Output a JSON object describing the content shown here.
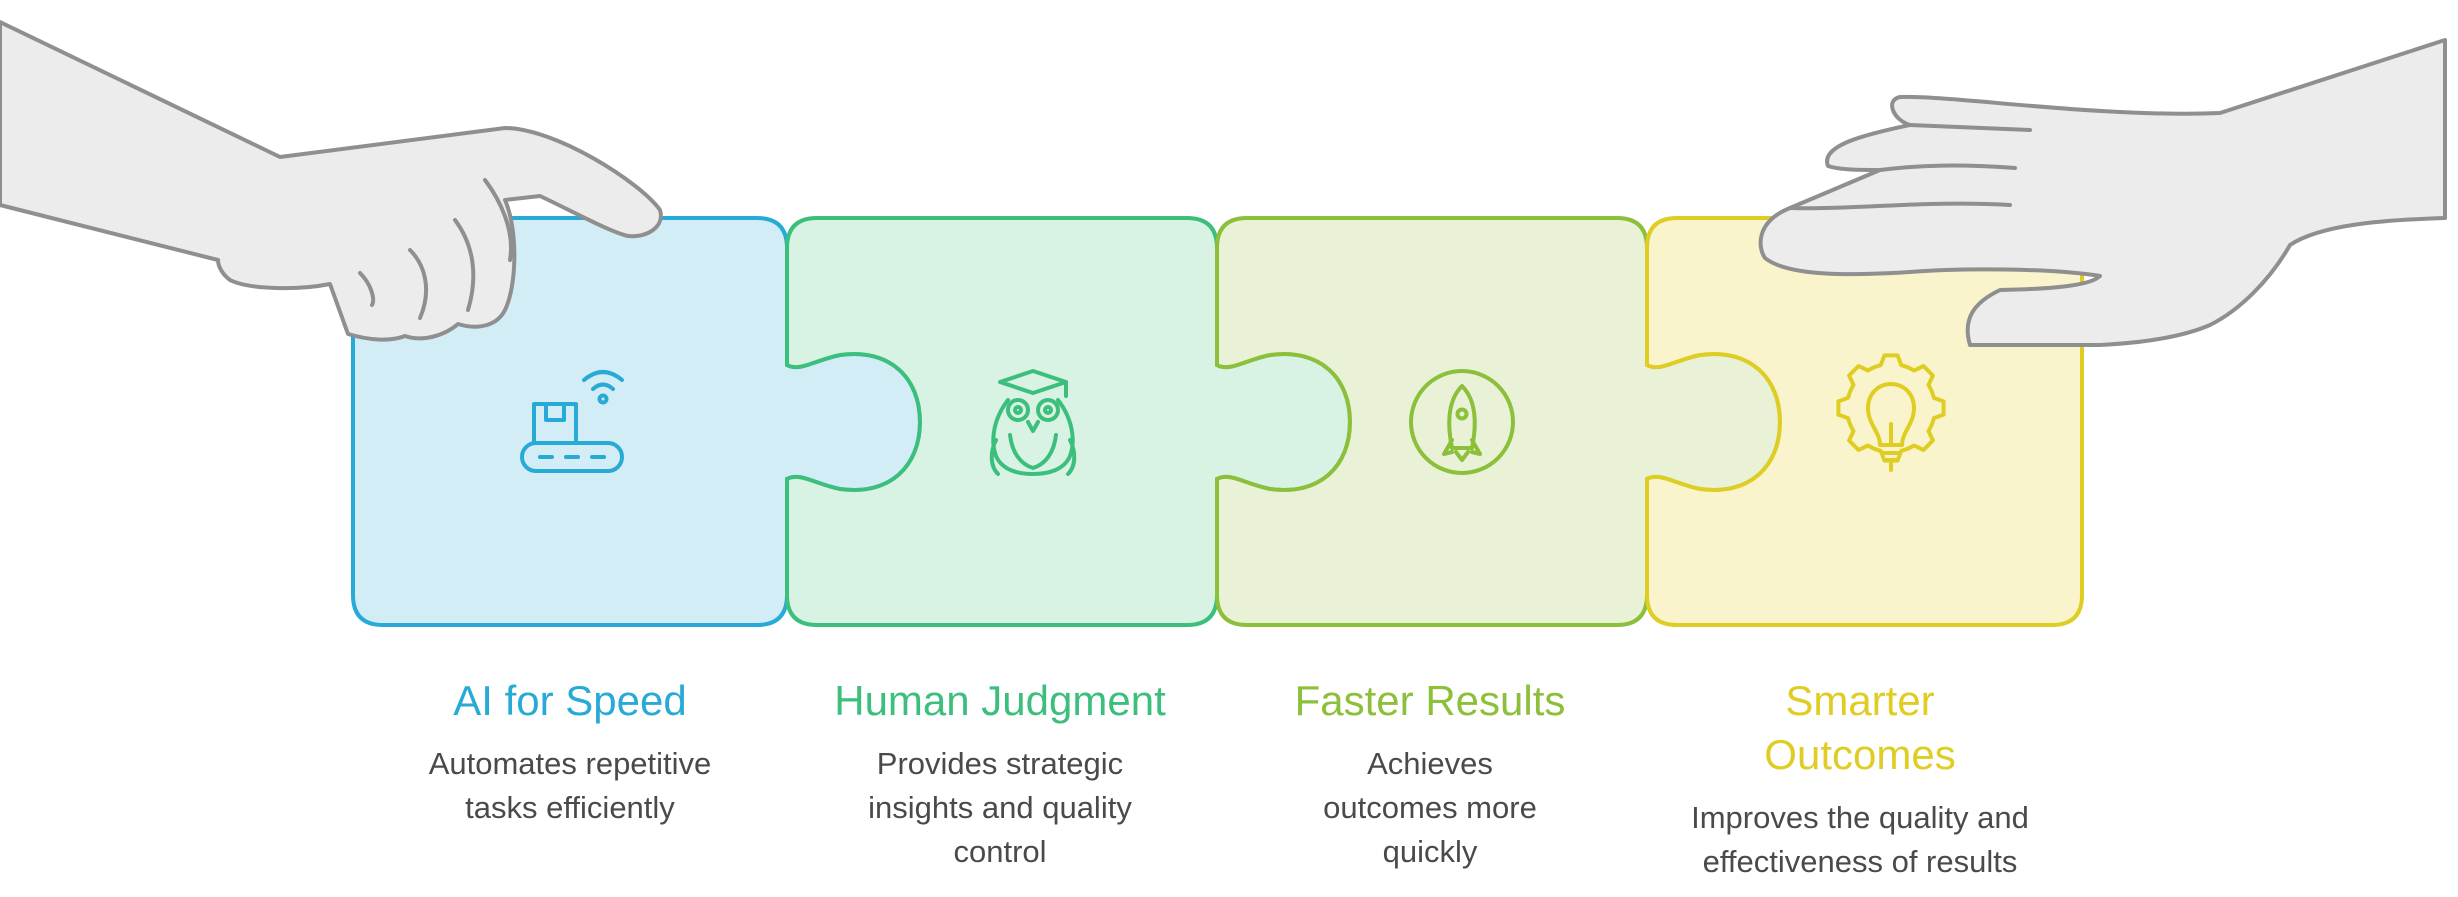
{
  "steps": [
    {
      "title": "AI for Speed",
      "description": "Automates repetitive tasks efficiently",
      "icon": "conveyor-belt-icon",
      "color": "#27aad6",
      "fill": "#d3edf7"
    },
    {
      "title": "Human Judgment",
      "description": "Provides strategic insights and quality control",
      "icon": "owl-graduation-cap-icon",
      "color": "#3cbf7c",
      "fill": "#d8f3e3"
    },
    {
      "title": "Faster Results",
      "description": "Achieves outcomes more quickly",
      "icon": "rocket-icon",
      "color": "#8cbf3a",
      "fill": "#e9f2d6"
    },
    {
      "title": "Smarter Outcomes",
      "description": "Improves the quality and effectiveness of results",
      "icon": "lightbulb-gear-icon",
      "color": "#dfcd24",
      "fill": "#f9f4cb"
    }
  ],
  "hands": {
    "left": "left-hand-icon",
    "right": "right-hand-icon",
    "fill": "#ececec",
    "stroke": "#8f8f8f"
  }
}
